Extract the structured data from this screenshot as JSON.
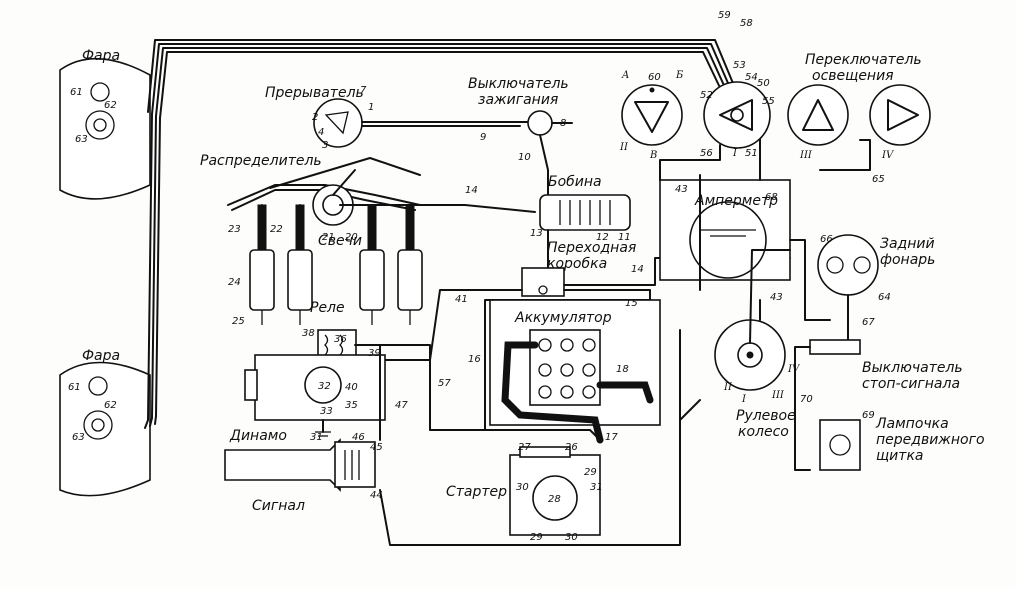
{
  "labels": {
    "fara_top": "Фара",
    "fara_bottom": "Фара",
    "preryvatel": "Прерыватель",
    "vyklyuchatel_zazhiganiya_1": "Выключатель",
    "vyklyuchatel_zazhiganiya_2": "зажигания",
    "pereklyuchatel_1": "Переключатель",
    "pereklyuchatel_2": "освещения",
    "raspredelitel": "Распределитель",
    "bobina": "Бобина",
    "ampermetr": "Амперметр",
    "svechi": "Свечи",
    "perehodnaya_1": "Переходная",
    "perehodnaya_2": "коробка",
    "zadniy_1": "Задний",
    "zadniy_2": "фонарь",
    "rele": "Реле",
    "akkumulyator": "Аккумулятор",
    "dinamo": "Динамо",
    "vyklyuchatel_stop_1": "Выключатель",
    "vyklyuchatel_stop_2": "стоп-сигнала",
    "rulevoe_1": "Рулевое",
    "rulevoe_2": "колесо",
    "signal": "Сигнал",
    "starter": "Стартер",
    "lampochka_1": "Лампочка",
    "lampochka_2": "передвижного",
    "lampochka_3": "щитка"
  },
  "numbers": {
    "n61a": "61",
    "n62a": "62",
    "n63a": "63",
    "n61b": "61",
    "n62b": "62",
    "n63b": "63",
    "n7": "7",
    "n1": "1",
    "n2": "2",
    "n4": "4",
    "n3": "3",
    "n9": "9",
    "n10": "10",
    "n8": "8",
    "n60": "60",
    "n59": "59",
    "n58": "58",
    "n53": "53",
    "n54": "54",
    "n50": "50",
    "n52": "52",
    "n55": "55",
    "n56": "56",
    "n51": "51",
    "n14a": "14",
    "n11": "11",
    "n12": "12",
    "n13": "13",
    "n23": "23",
    "n22": "22",
    "n21": "21",
    "n20": "20",
    "n24": "24",
    "n25": "25",
    "n41": "41",
    "n43a": "43",
    "n43b": "43",
    "n14b": "14",
    "n15": "15",
    "n16": "16",
    "n18": "18",
    "n17": "17",
    "n68": "68",
    "n65": "65",
    "n66": "66",
    "n64": "64",
    "n67": "67",
    "n70": "70",
    "n69": "69",
    "n36": "36",
    "n38": "38",
    "n39": "39",
    "n32": "32",
    "n33": "33",
    "n35": "35",
    "n40": "40",
    "n31": "31",
    "n57": "57",
    "n47": "47",
    "n46": "46",
    "n45": "45",
    "n44": "44",
    "n27": "27",
    "n26": "26",
    "n29a": "29",
    "n29b": "29",
    "n28": "28",
    "n30a": "30",
    "n30b": "30",
    "n31s": "31"
  },
  "roman": {
    "r1": "I",
    "r2": "II",
    "r3": "III",
    "r4": "IV",
    "sA": "A",
    "sB": "Б",
    "sV": "В",
    "w1": "I",
    "w2": "II",
    "w3": "III",
    "w4": "IV"
  }
}
